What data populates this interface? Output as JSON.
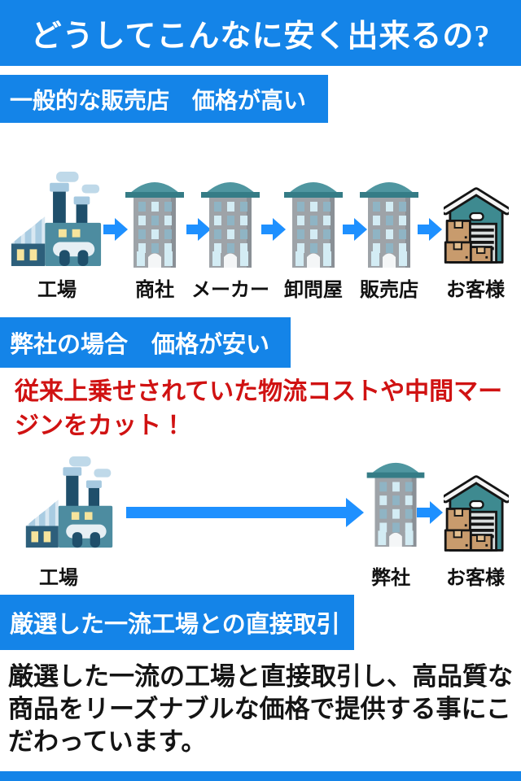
{
  "page": {
    "title": "どうしてこんなに安く出来るの?"
  },
  "colors": {
    "banner_blue": "#1484e8",
    "arrow_blue": "#1e90ff",
    "highlight_red": "#d01212"
  },
  "flow_generic": {
    "banner": "一般的な販売店　価格が高い",
    "steps": [
      "工場",
      "商社",
      "メーカー",
      "卸問屋",
      "販売店",
      "お客様"
    ]
  },
  "flow_ours": {
    "banner": "弊社の場合　価格が安い",
    "highlight_lines": [
      "従来上乗せされていた物流コストや中間マー",
      "ジンをカット！"
    ],
    "steps": [
      "工場",
      "弊社",
      "お客様"
    ]
  },
  "direct_deal": {
    "banner": "厳選した一流工場との直接取引",
    "body_lines": [
      "厳選した一流の工場と直接取引し、高品質な",
      "商品をリーズナブルな価格で提供する事にこ",
      "だわっています。"
    ]
  },
  "icons": {
    "factory": "factory-icon",
    "office_building": "office-building-icon",
    "customer_warehouse": "warehouse-boxes-icon",
    "flow_arrow": "arrow-right-icon"
  }
}
